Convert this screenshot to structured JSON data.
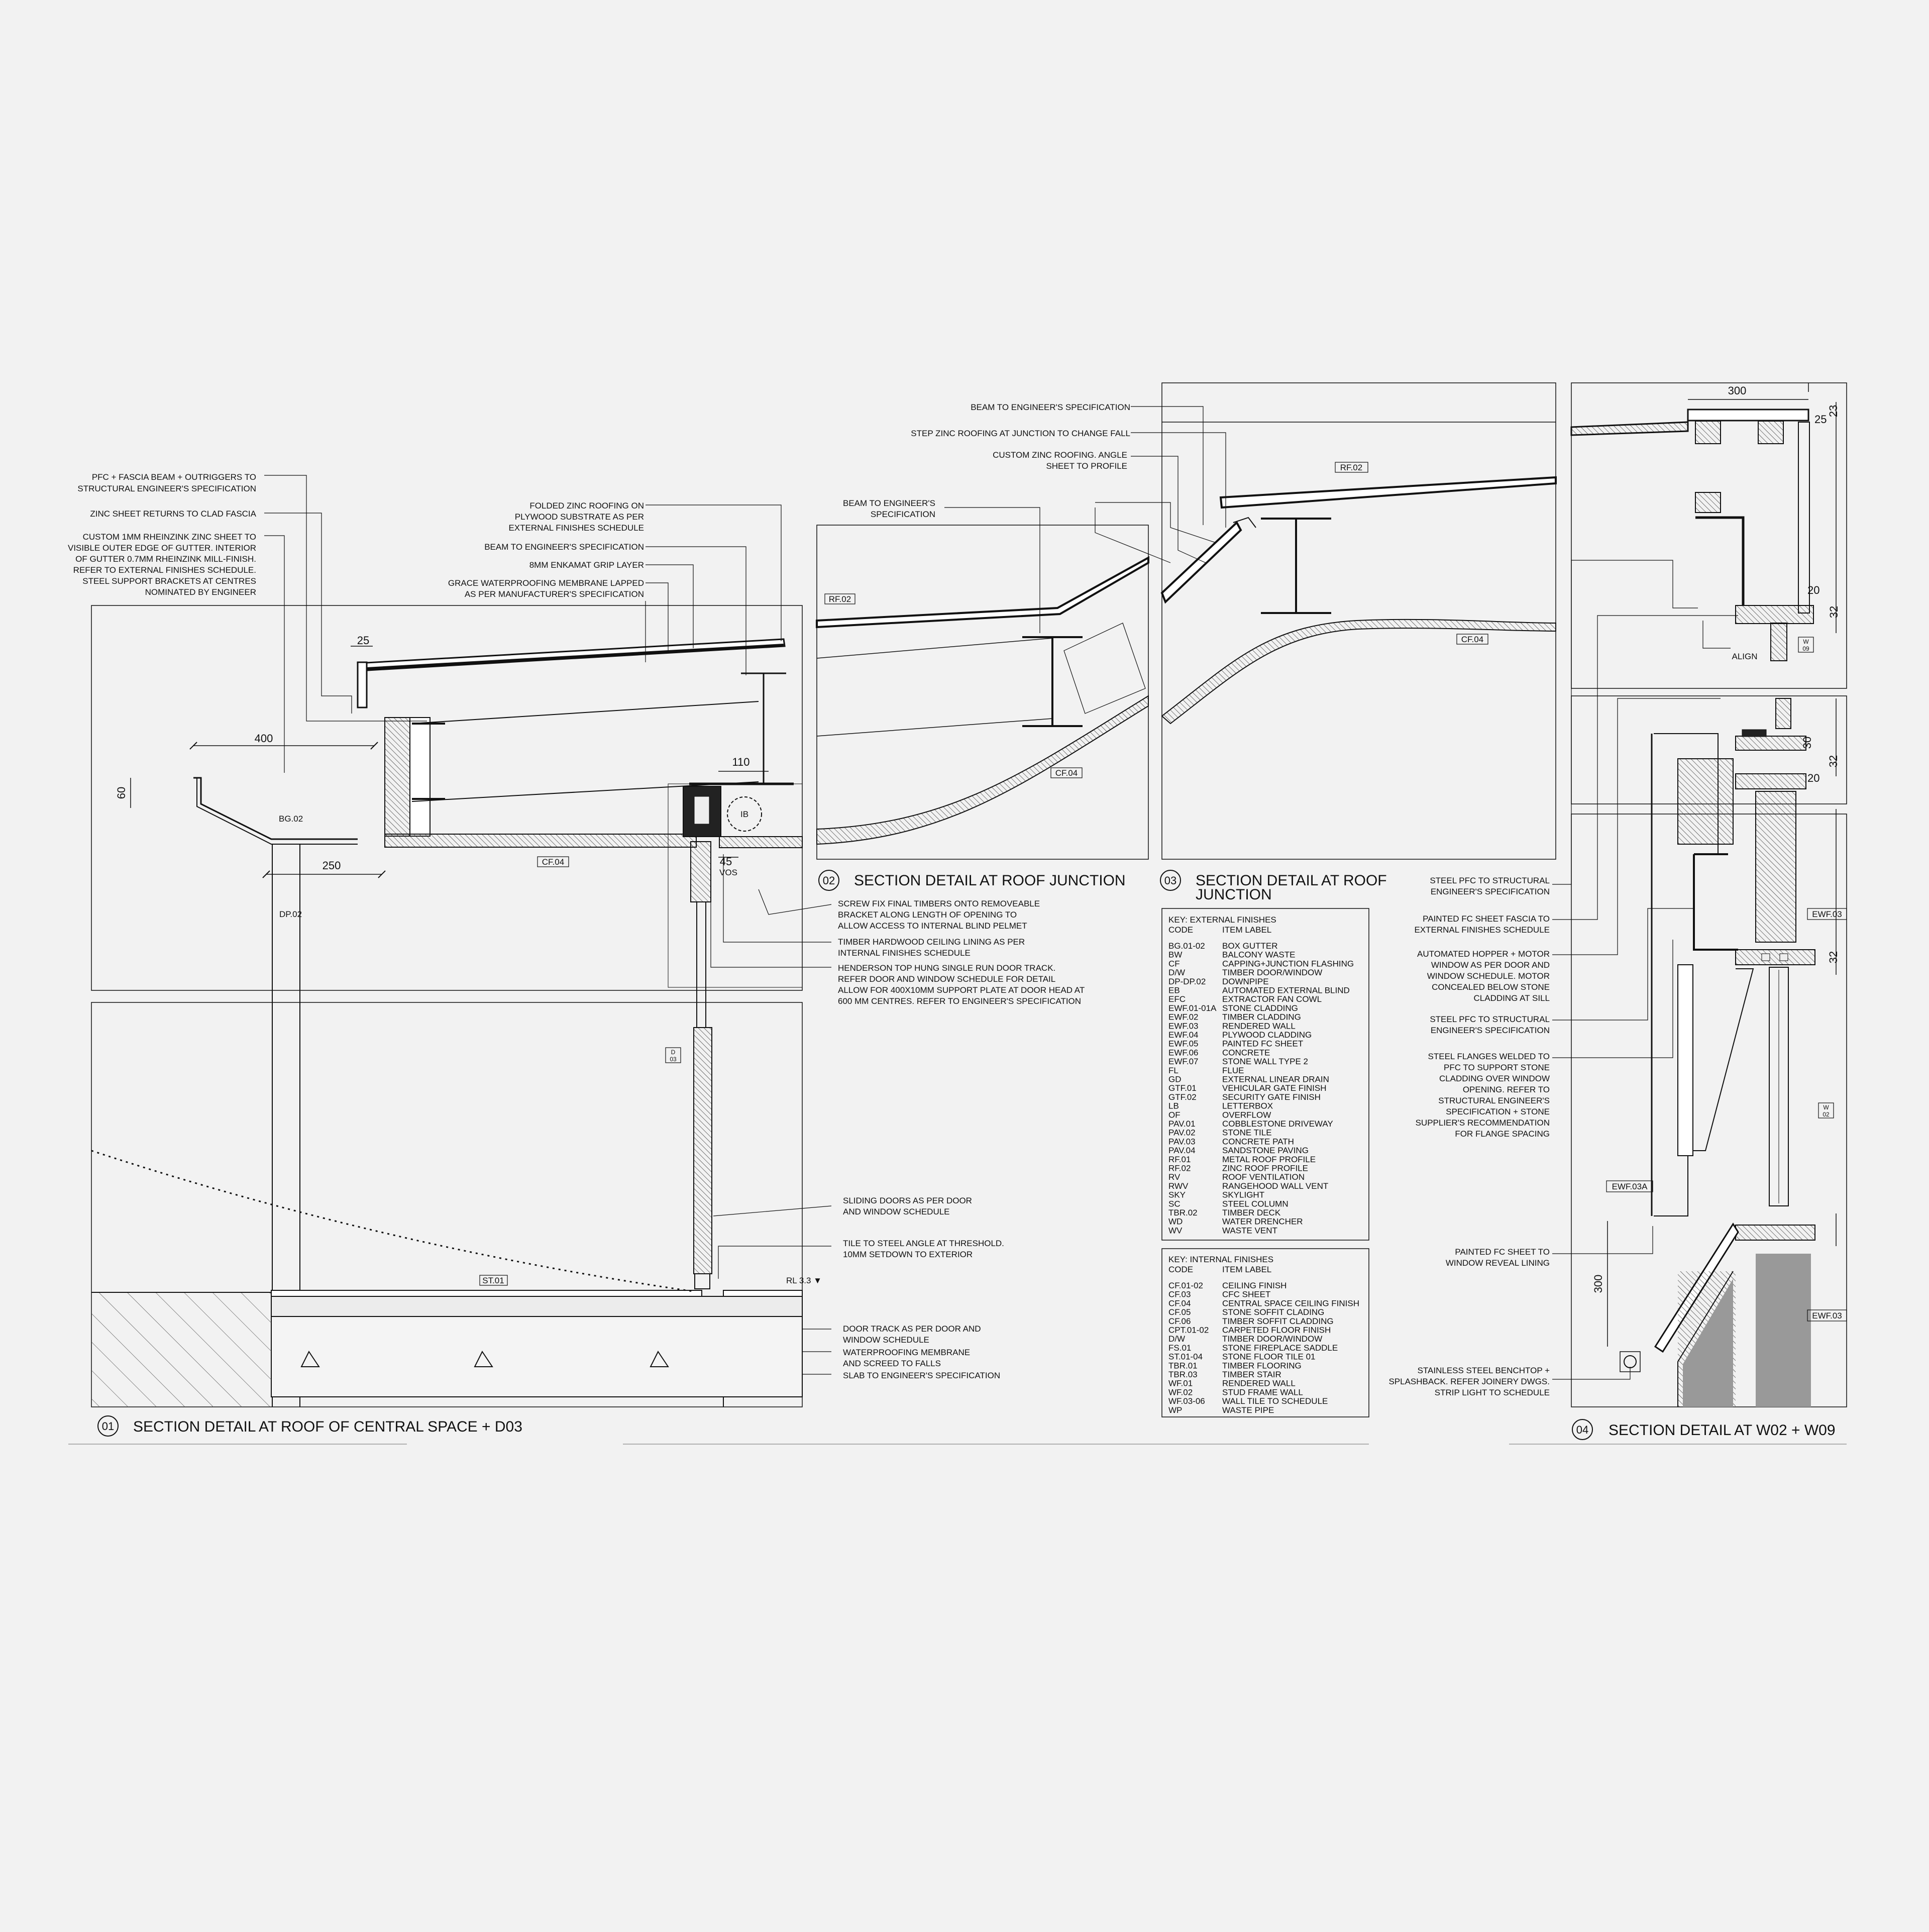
{
  "detail01": {
    "number": "01",
    "title": "SECTION DETAIL AT ROOF OF CENTRAL SPACE + D03",
    "notes_left": [
      "PFC + FASCIA BEAM + OUTRIGGERS TO",
      "STRUCTURAL ENGINEER'S SPECIFICATION",
      "ZINC SHEET RETURNS TO CLAD FASCIA",
      "CUSTOM 1MM RHEINZINK ZINC SHEET TO",
      "VISIBLE OUTER EDGE OF GUTTER. INTERIOR",
      "OF GUTTER 0.7MM RHEINZINK MILL-FINISH.",
      "REFER TO EXTERNAL FINISHES SCHEDULE.",
      "STEEL SUPPORT BRACKETS  AT CENTRES",
      "NOMINATED BY ENGINEER"
    ],
    "notes_top": [
      "FOLDED ZINC ROOFING ON",
      "PLYWOOD SUBSTRATE AS PER",
      "EXTERNAL FINISHES SCHEDULE",
      "BEAM TO ENGINEER'S SPECIFICATION",
      "8MM ENKAMAT GRIP LAYER",
      "GRACE WATERPROOFING MEMBRANE LAPPED",
      "AS PER MANUFACTURER'S SPECIFICATION"
    ],
    "notes_right": [
      "SCREW FIX FINAL TIMBERS ONTO REMOVEABLE",
      "BRACKET ALONG LENGTH OF OPENING TO",
      "ALLOW ACCESS TO  INTERNAL BLIND PELMET",
      "TIMBER HARDWOOD CEILING LINING AS PER",
      "INTERNAL FINISHES SCHEDULE",
      "HENDERSON TOP HUNG SINGLE RUN DOOR TRACK.",
      "REFER DOOR AND WINDOW SCHEDULE FOR DETAIL",
      "ALLOW FOR 400X10MM SUPPORT PLATE AT DOOR HEAD AT",
      "600 MM CENTRES. REFER TO ENGINEER'S SPECIFICATION"
    ],
    "notes_lower": [
      "SLIDING DOORS AS PER  DOOR",
      "AND WINDOW SCHEDULE",
      "TILE TO STEEL ANGLE AT THRESHOLD.",
      "10MM SETDOWN TO EXTERIOR",
      "DOOR TRACK AS PER DOOR AND",
      "WINDOW SCHEDULE",
      "WATERPROOFING MEMBRANE",
      "AND SCREED TO FALLS",
      "SLAB TO ENGINEER'S SPECIFICATION"
    ],
    "dims": [
      "25",
      "400",
      "60",
      "250",
      "110",
      "45"
    ],
    "tags": [
      "BG.02",
      "CF.04",
      "DP.02",
      "IB",
      "VOS",
      "ST.01",
      "RL 3.3 ▼",
      "D",
      "03"
    ]
  },
  "detail02": {
    "number": "02",
    "title": "SECTION DETAIL AT ROOF JUNCTION",
    "notes": [
      "BEAM TO ENGINEER'S",
      "SPECIFICATION"
    ],
    "tags": [
      "RF.02",
      "CF.04"
    ]
  },
  "detail03": {
    "number": "03",
    "title_line1": "SECTION DETAIL AT ROOF",
    "title_line2": "JUNCTION",
    "notes": [
      "BEAM TO ENGINEER'S SPECIFICATION",
      "STEP ZINC ROOFING AT JUNCTION TO CHANGE FALL",
      "CUSTOM ZINC ROOFING.  ANGLE",
      "SHEET TO PROFILE"
    ],
    "tags": [
      "RF.02",
      "CF.04"
    ]
  },
  "key_external": {
    "heading": "KEY: EXTERNAL FINISHES",
    "col_code": "CODE",
    "col_label": "ITEM LABEL",
    "rows": [
      [
        "BG.01-02",
        "BOX GUTTER"
      ],
      [
        "BW",
        "BALCONY WASTE"
      ],
      [
        "CF",
        "CAPPING+JUNCTION FLASHING"
      ],
      [
        "D/W",
        "TIMBER DOOR/WINDOW"
      ],
      [
        "DP-DP.02",
        "DOWNPIPE"
      ],
      [
        "EB",
        "AUTOMATED EXTERNAL BLIND"
      ],
      [
        "EFC",
        "EXTRACTOR FAN COWL"
      ],
      [
        "EWF.01-01A",
        "STONE CLADDING"
      ],
      [
        "EWF.02",
        "TIMBER CLADDING"
      ],
      [
        "EWF.03",
        "RENDERED WALL"
      ],
      [
        "EWF.04",
        "PLYWOOD CLADDING"
      ],
      [
        "EWF.05",
        "PAINTED FC SHEET"
      ],
      [
        "EWF.06",
        "CONCRETE"
      ],
      [
        "EWF.07",
        "STONE WALL TYPE 2"
      ],
      [
        "FL",
        "FLUE"
      ],
      [
        "GD",
        "EXTERNAL LINEAR DRAIN"
      ],
      [
        "GTF.01",
        "VEHICULAR GATE FINISH"
      ],
      [
        "GTF.02",
        "SECURITY GATE FINISH"
      ],
      [
        "LB",
        "LETTERBOX"
      ],
      [
        "OF",
        "OVERFLOW"
      ],
      [
        "PAV.01",
        "COBBLESTONE DRIVEWAY"
      ],
      [
        "PAV.02",
        "STONE TILE"
      ],
      [
        "PAV.03",
        "CONCRETE PATH"
      ],
      [
        "PAV.04",
        "SANDSTONE PAVING"
      ],
      [
        "RF.01",
        "METAL ROOF PROFILE"
      ],
      [
        "RF.02",
        "ZINC ROOF PROFILE"
      ],
      [
        "RV",
        "ROOF VENTILATION"
      ],
      [
        "RWV",
        "RANGEHOOD WALL VENT"
      ],
      [
        "SKY",
        "SKYLIGHT"
      ],
      [
        "SC",
        "STEEL COLUMN"
      ],
      [
        "TBR.02",
        "TIMBER DECK"
      ],
      [
        "WD",
        "WATER DRENCHER"
      ],
      [
        "WV",
        "WASTE VENT"
      ]
    ]
  },
  "key_internal": {
    "heading": "KEY: INTERNAL FINISHES",
    "col_code": "CODE",
    "col_label": "ITEM LABEL",
    "rows": [
      [
        "CF.01-02",
        "CEILING FINISH"
      ],
      [
        "CF.03",
        "CFC SHEET"
      ],
      [
        "CF.04",
        "CENTRAL SPACE CEILING FINISH"
      ],
      [
        "CF.05",
        "STONE SOFFIT CLADING"
      ],
      [
        "CF.06",
        "TIMBER SOFFIT CLADDING"
      ],
      [
        "CPT.01-02",
        "CARPETED FLOOR FINISH"
      ],
      [
        "D/W",
        "TIMBER DOOR/WINDOW"
      ],
      [
        "FS.01",
        "STONE FIREPLACE SADDLE"
      ],
      [
        "ST.01-04",
        "STONE FLOOR TILE 01"
      ],
      [
        "TBR.01",
        "TIMBER FLOORING"
      ],
      [
        "TBR.03",
        "TIMBER STAIR"
      ],
      [
        "WF.01",
        "RENDERED WALL"
      ],
      [
        "WF.02",
        "STUD FRAME WALL"
      ],
      [
        "WF.03-06",
        "WALL TILE TO SCHEDULE"
      ],
      [
        "WP",
        "WASTE PIPE"
      ]
    ]
  },
  "detail04": {
    "number": "04",
    "title": "SECTION DETAIL AT W02 + W09",
    "notes": [
      "STEEL PFC TO STRUCTURAL",
      "ENGINEER'S SPECIFICATION",
      "PAINTED FC SHEET FASCIA TO",
      "EXTERNAL FINISHES SCHEDULE",
      "AUTOMATED HOPPER + MOTOR",
      "WINDOW AS PER DOOR AND",
      "WINDOW SCHEDULE. MOTOR",
      "CONCEALED BELOW STONE",
      "CLADDING AT SILL",
      "STEEL PFC TO STRUCTURAL",
      "ENGINEER'S SPECIFICATION",
      "STEEL FLANGES WELDED TO",
      "PFC TO SUPPORT STONE",
      "CLADDING OVER WINDOW",
      "OPENING. REFER TO",
      "STRUCTURAL ENGINEER'S",
      "SPECIFICATION + STONE",
      "SUPPLIER'S RECOMMENDATION",
      "FOR FLANGE SPACING",
      "PAINTED FC SHEET TO",
      "WINDOW REVEAL LINING",
      "STAINLESS STEEL BENCHTOP +",
      "SPLASHBACK. REFER JOINERY DWGS.",
      "STRIP LIGHT TO SCHEDULE"
    ],
    "dims": [
      "300",
      "23",
      "25",
      "20",
      "32",
      "30",
      "20",
      "32",
      "32",
      "300"
    ],
    "tags": [
      "ALIGN",
      "W",
      "09",
      "EWF.03",
      "W",
      "02",
      "EWF.03A",
      "EWF.03"
    ]
  }
}
